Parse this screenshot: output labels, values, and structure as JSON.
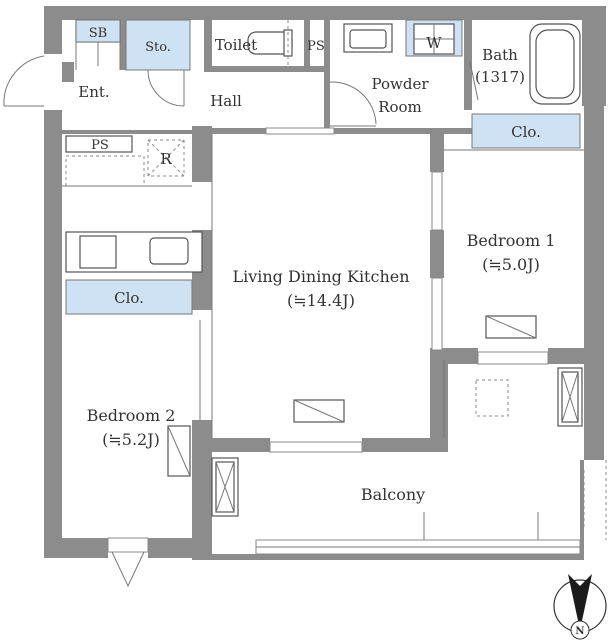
{
  "rooms": {
    "sb": "SB",
    "storage": "Sto.",
    "toilet": "Toilet",
    "ps_top": "PS",
    "washer": "W",
    "bath": "Bath",
    "bath_size": "(1317)",
    "entrance": "Ent.",
    "hall": "Hall",
    "powder_room_line1": "Powder",
    "powder_room_line2": "Room",
    "closet_bedroom1": "Clo.",
    "ps_left": "PS",
    "refrigerator": "R",
    "bedroom1": "Bedroom 1",
    "bedroom1_size": "(≒5.0J)",
    "ldk": "Living Dining Kitchen",
    "ldk_size": "(≒14.4J)",
    "closet_bedroom2": "Clo.",
    "bedroom2": "Bedroom 2",
    "bedroom2_size": "(≒5.2J)",
    "balcony": "Balcony"
  },
  "compass": {
    "label": "N"
  },
  "colors": {
    "wall": "#8c8c8c",
    "closet_fill": "#cfe2f3",
    "text": "#333333"
  }
}
